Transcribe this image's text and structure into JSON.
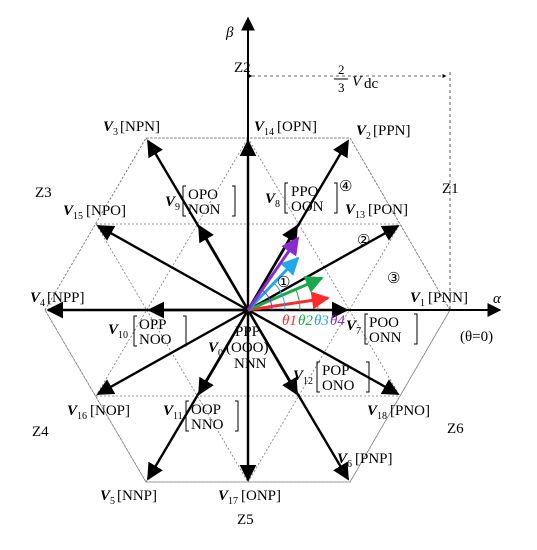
{
  "axes": {
    "alpha": "α",
    "beta": "β"
  },
  "scale_label": {
    "num": "2",
    "den": "3",
    "var": "V",
    "sub": "dc"
  },
  "theta_zero": "(θ=0)",
  "zones": [
    "Z1",
    "Z2",
    "Z3",
    "Z4",
    "Z5",
    "Z6"
  ],
  "regions": [
    "①",
    "②",
    "③",
    "④"
  ],
  "center": {
    "top": "PPP",
    "mid_vec": "V",
    "mid_idx": "0",
    "mid": "(OOO)",
    "bottom": "NNN"
  },
  "vectors": {
    "v1": {
      "v": "V",
      "i": "1",
      "s": "[PNN]"
    },
    "v2": {
      "v": "V",
      "i": "2",
      "s": "[PPN]"
    },
    "v3": {
      "v": "V",
      "i": "3",
      "s": "[NPN]"
    },
    "v4": {
      "v": "V",
      "i": "4",
      "s": "[NPP]"
    },
    "v5": {
      "v": "V",
      "i": "5",
      "s": "[NNP]"
    },
    "v6": {
      "v": "V",
      "i": "6",
      "s": "[PNP]"
    },
    "v7": {
      "v": "V",
      "i": "7",
      "a": "POO",
      "b": "ONN"
    },
    "v8": {
      "v": "V",
      "i": "8",
      "a": "PPO",
      "b": "OON"
    },
    "v9": {
      "v": "V",
      "i": "9",
      "a": "OPO",
      "b": "NON"
    },
    "v10": {
      "v": "V",
      "i": "10",
      "a": "OPP",
      "b": "NOO"
    },
    "v11": {
      "v": "V",
      "i": "11",
      "a": "OOP",
      "b": "NNO"
    },
    "v12": {
      "v": "V",
      "i": "12",
      "a": "POP",
      "b": "ONO"
    },
    "v13": {
      "v": "V",
      "i": "13",
      "s": "[PON]"
    },
    "v14": {
      "v": "V",
      "i": "14",
      "s": "[OPN]"
    },
    "v15": {
      "v": "V",
      "i": "15",
      "s": "[NPO]"
    },
    "v16": {
      "v": "V",
      "i": "16",
      "s": "[NOP]"
    },
    "v17": {
      "v": "V",
      "i": "17",
      "s": "[ONP]"
    },
    "v18": {
      "v": "V",
      "i": "18",
      "s": "[PNO]"
    }
  },
  "angles": [
    "θ1",
    "θ2",
    "θ3",
    "θ4"
  ],
  "colors": {
    "angle1": "#ff2a2a",
    "angle2": "#1aa84a",
    "angle3": "#20a8e8",
    "angle4": "#8a2bd2"
  }
}
